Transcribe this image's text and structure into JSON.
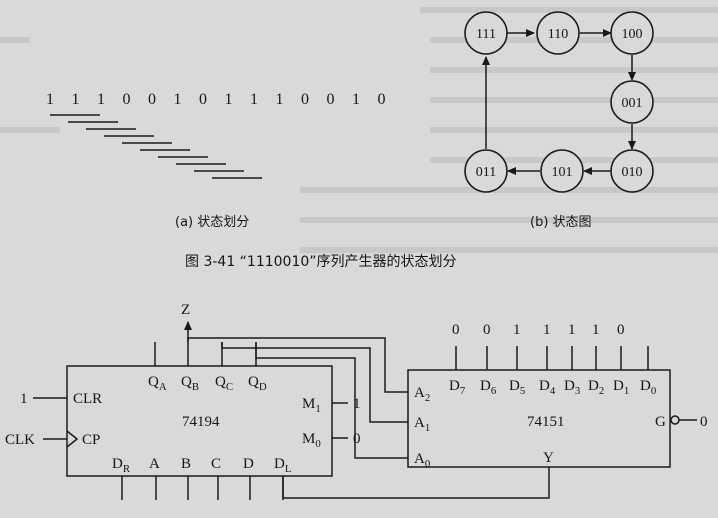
{
  "sequence_bits": [
    "1",
    "1",
    "1",
    "0",
    "0",
    "1",
    "0",
    "1",
    "1",
    "1",
    "0",
    "0",
    "1",
    "0"
  ],
  "caption_a": "(a) 状态划分",
  "caption_b": "(b) 状态图",
  "states": [
    "111",
    "110",
    "100",
    "001",
    "010",
    "101",
    "011"
  ],
  "figure_title": "图 3-41 “1110010”序列产生器的状态划分",
  "circuit": {
    "z_label": "Z",
    "chip1": {
      "name": "74194",
      "outputs": [
        "Q_A",
        "Q_B",
        "Q_C",
        "Q_D"
      ],
      "clr": "CLR",
      "clr_value": "1",
      "cp": "CP",
      "clk": "CLK",
      "m1": "M_1",
      "m1_value": "1",
      "m0": "M_0",
      "m0_value": "0",
      "bottom_inputs": [
        "D_R",
        "A",
        "B",
        "C",
        "D",
        "D_L"
      ]
    },
    "chip2": {
      "name": "74151",
      "data_values": [
        "0",
        "0",
        "1",
        "1",
        "1",
        "1",
        "0"
      ],
      "data_inputs": [
        "D_7",
        "D_6",
        "D_5",
        "D_4",
        "D_3",
        "D_2",
        "D_1",
        "D_0"
      ],
      "select": [
        "A_2",
        "A_1",
        "A_0"
      ],
      "g": "G",
      "g_value": "0",
      "y": "Y"
    }
  }
}
